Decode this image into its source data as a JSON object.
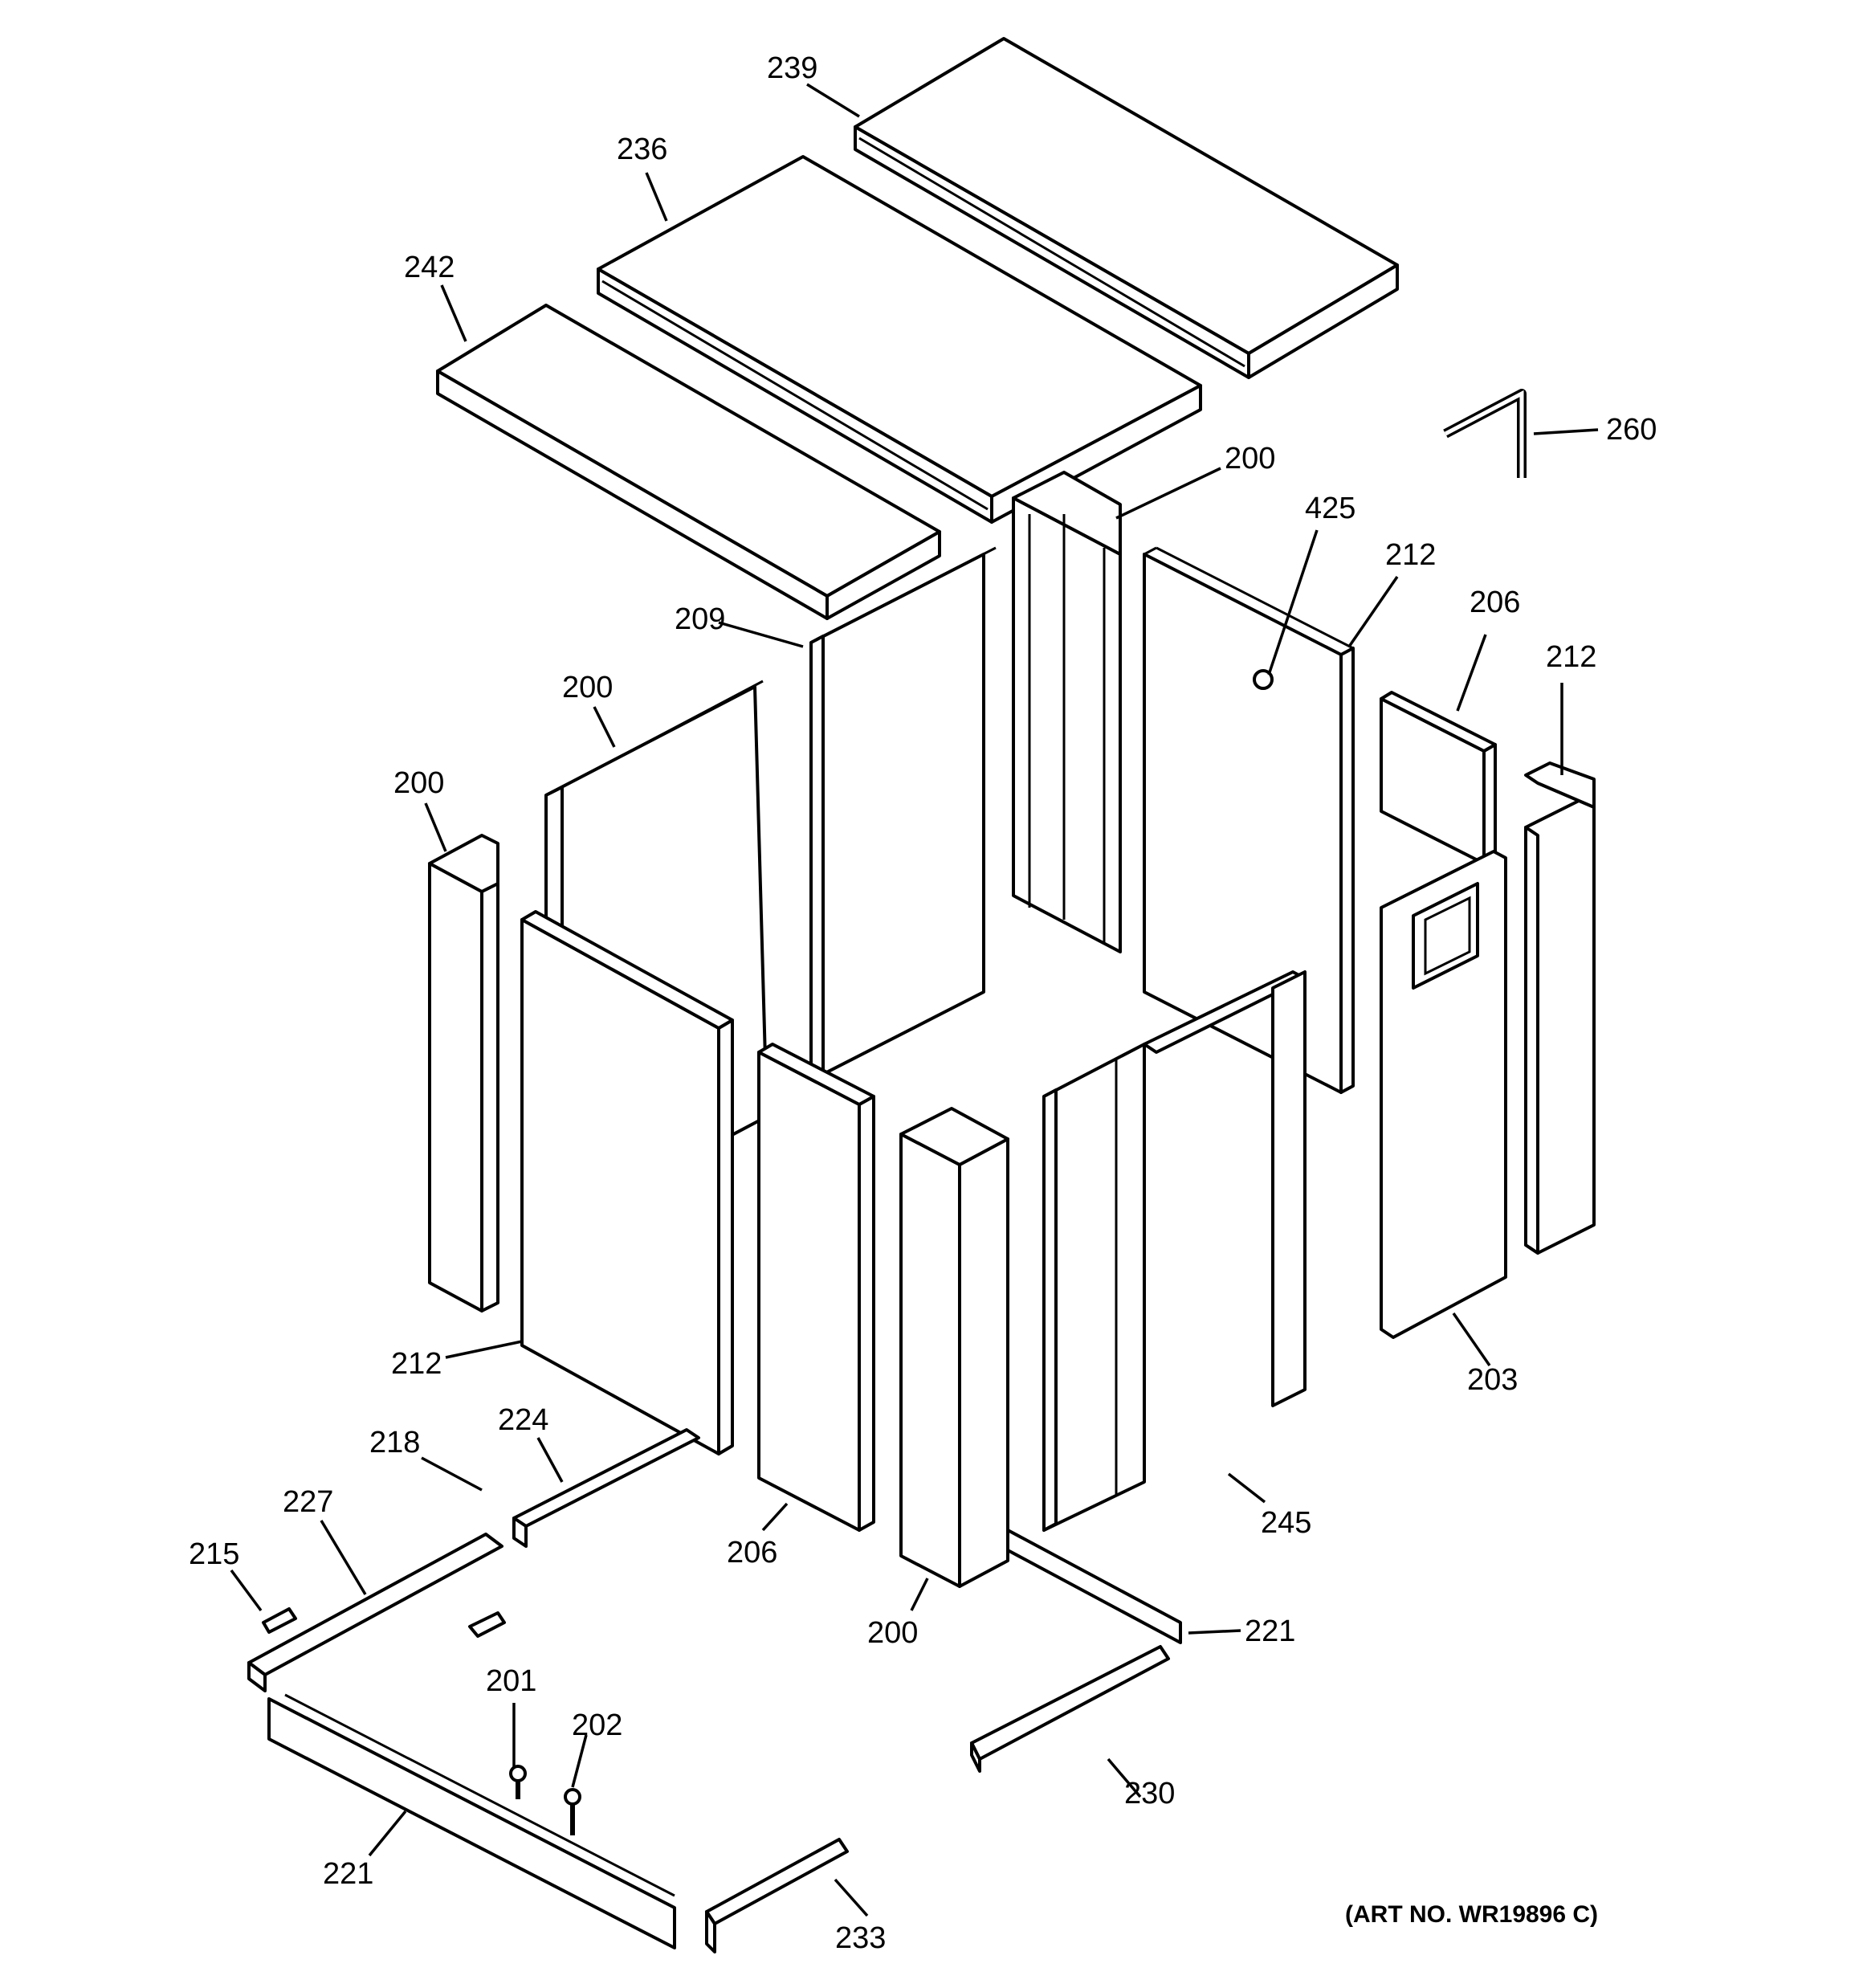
{
  "diagram": {
    "callouts": [
      {
        "id": "c239",
        "label": "239"
      },
      {
        "id": "c236",
        "label": "236"
      },
      {
        "id": "c242",
        "label": "242"
      },
      {
        "id": "c260",
        "label": "260"
      },
      {
        "id": "c200a",
        "label": "200"
      },
      {
        "id": "c425",
        "label": "425"
      },
      {
        "id": "c212a",
        "label": "212"
      },
      {
        "id": "c209",
        "label": "209"
      },
      {
        "id": "c206a",
        "label": "206"
      },
      {
        "id": "c200b",
        "label": "200"
      },
      {
        "id": "c212b",
        "label": "212"
      },
      {
        "id": "c200c",
        "label": "200"
      },
      {
        "id": "c212c",
        "label": "212"
      },
      {
        "id": "c203",
        "label": "203"
      },
      {
        "id": "c218",
        "label": "218"
      },
      {
        "id": "c224",
        "label": "224"
      },
      {
        "id": "c227",
        "label": "227"
      },
      {
        "id": "c215",
        "label": "215"
      },
      {
        "id": "c206b",
        "label": "206"
      },
      {
        "id": "c245",
        "label": "245"
      },
      {
        "id": "c200d",
        "label": "200"
      },
      {
        "id": "c221a",
        "label": "221"
      },
      {
        "id": "c201",
        "label": "201"
      },
      {
        "id": "c202",
        "label": "202"
      },
      {
        "id": "c230",
        "label": "230"
      },
      {
        "id": "c221b",
        "label": "221"
      },
      {
        "id": "c233",
        "label": "233"
      }
    ],
    "art_number": "(ART NO. WR19896 C)"
  }
}
